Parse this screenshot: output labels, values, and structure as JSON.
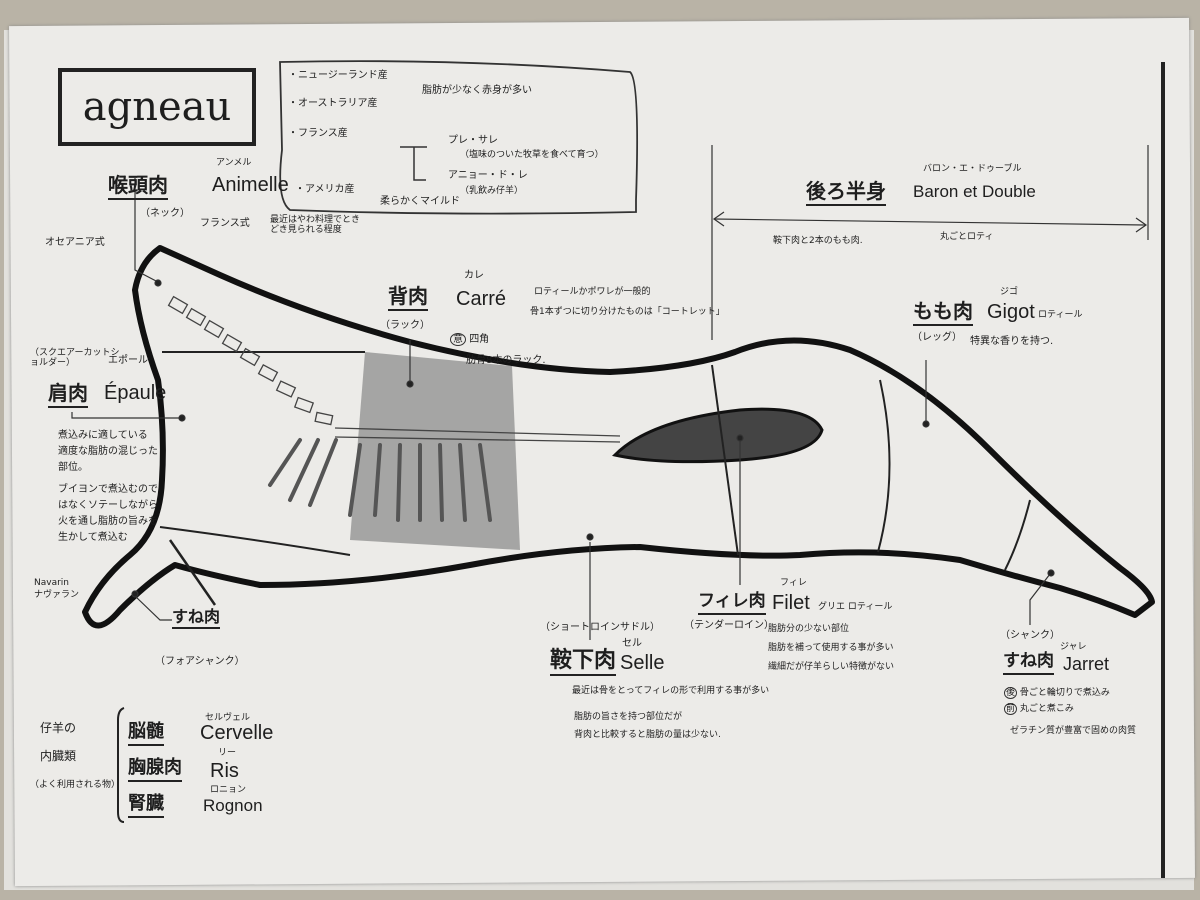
{
  "title": "agneau",
  "origin_box": {
    "nz": "・ニュージーランド産",
    "au": "・オーストラリア産",
    "nzau_note": "脂肪が少なく赤身が多い",
    "fr": "・フランス産",
    "pre_sale": "プレ・サレ",
    "pre_sale_note": "（塩味のついた牧草を食べて育つ）",
    "agneau_de_lait": "アニョー・ド・レ",
    "agneau_de_lait_note": "（乳飲み仔羊）",
    "us": "・アメリカ産",
    "us_note": "柔らかくマイルド"
  },
  "parts": {
    "neck": {
      "jp": "喉頭肉",
      "sub": "（ネック）",
      "fr": "Animelle",
      "kana": "アンメル",
      "oceania": "オセアニア式",
      "france": "フランス式",
      "note": "最近はやわ料理でときどき見られる程度"
    },
    "shoulder": {
      "jp": "肩肉",
      "fr": "Épaule",
      "kana": "エポール",
      "sub": "（スクエアーカットショルダー）",
      "notes": [
        "煮込みに適している",
        "適度な脂肪の混じった",
        "部位。",
        "ブイヨンで煮込むのではなくソテーしながら",
        "火を通し脂肪の旨みを生かして煮込む"
      ],
      "navarin": "Navarin",
      "navarin_kana": "ナヴァラン"
    },
    "rack": {
      "jp": "背肉",
      "sub": "（ラック）",
      "fr": "Carré",
      "kana": "カレ",
      "meaning": "四角",
      "meaning_mark": "意",
      "note1": "肋骨8本のラック.",
      "note2": "ロティールかポワレが一般的",
      "note3": "骨1本ずつに切り分けたものは「コートレット」"
    },
    "saddle": {
      "jp": "鞍下肉",
      "sub": "（ショートロインサドル）",
      "fr": "Selle",
      "kana": "セル",
      "notes": [
        "最近は骨をとってフィレの形で利用する事が多い",
        "脂肪の旨さを持つ部位だが",
        "背肉と比較すると脂肪の量は少ない."
      ]
    },
    "filet": {
      "jp": "フィレ肉",
      "sub": "（テンダーロイン）",
      "fr": "Filet",
      "kana": "フィレ",
      "cook": "グリエ ロティール",
      "notes": [
        "脂肪分の少ない部位",
        "脂肪を補って使用する事が多い",
        "繊細だが仔羊らしい特徴がない"
      ]
    },
    "baron": {
      "jp": "後ろ半身",
      "fr": "Baron et Double",
      "kana": "バロン・エ・ドゥーブル",
      "note1": "鞍下肉と2本のもも肉.",
      "note2": "丸ごとロティ"
    },
    "gigot": {
      "jp": "もも肉",
      "sub": "（レッグ）",
      "fr": "Gigot",
      "kana": "ジゴ",
      "cook": "ロティール",
      "note": "特異な香りを持つ."
    },
    "jarret": {
      "jp": "すね肉",
      "sub": "（シャンク）",
      "fr": "Jarret",
      "kana": "ジャレ",
      "back_mark": "後",
      "back": "骨ごと輪切りで煮込み",
      "front_mark": "前",
      "front": "丸ごと煮こみ",
      "note": "ゼラチン質が豊富で固めの肉質"
    },
    "foreshank": {
      "jp": "すね肉",
      "sub": "（フォアシャンク）"
    }
  },
  "offal": {
    "heading1": "仔羊の",
    "heading2": "内臓類",
    "heading3": "（よく利用される物）",
    "items": [
      {
        "jp": "脳髄",
        "fr": "Cervelle",
        "kana": "セルヴェル"
      },
      {
        "jp": "胸腺肉",
        "fr": "Ris",
        "kana": "リー"
      },
      {
        "jp": "腎臓",
        "fr": "Rognon",
        "kana": "ロニョン"
      }
    ]
  }
}
